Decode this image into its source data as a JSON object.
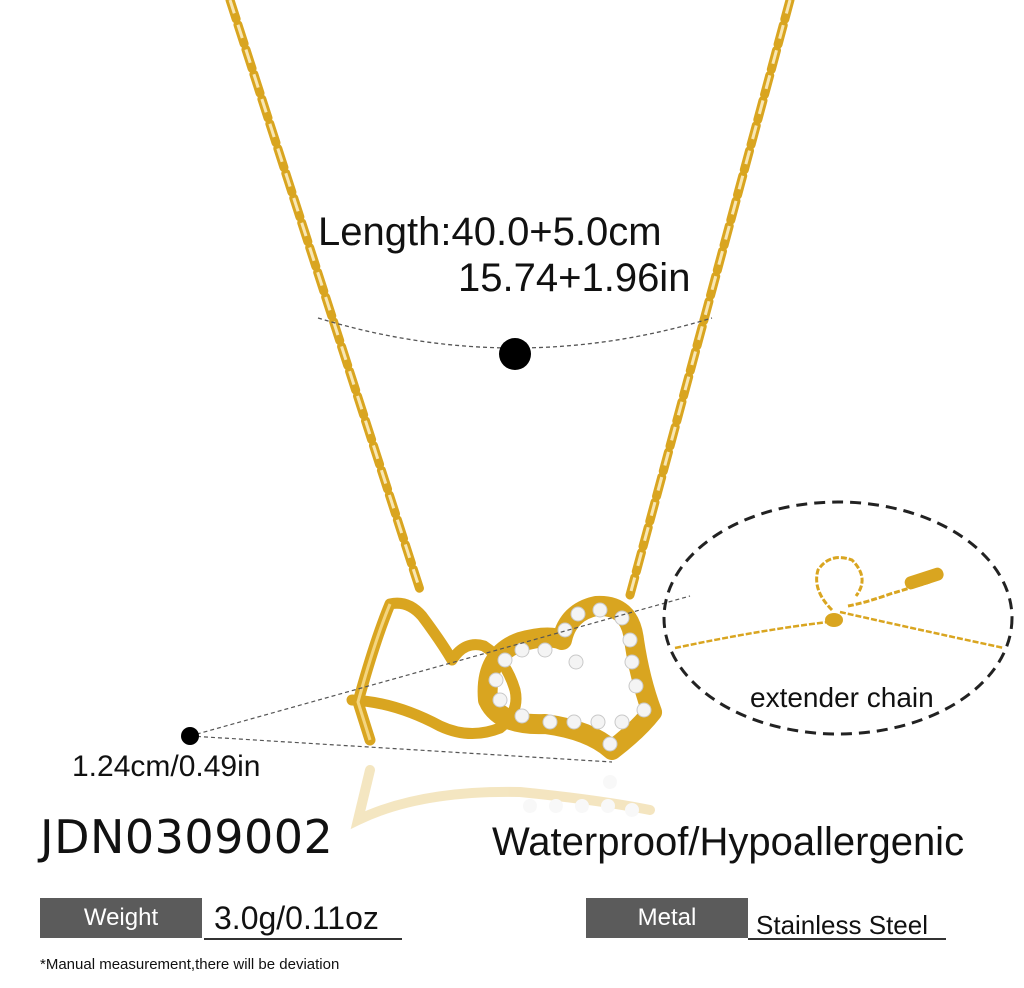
{
  "measurements": {
    "length_cm": "Length:40.0+5.0cm",
    "length_in": "15.74+1.96in",
    "pendant_width": "1.24cm/0.49in",
    "extender_label": "extender chain"
  },
  "product": {
    "sku": "JDN0309002",
    "features": "Waterproof/Hypoallergenic"
  },
  "specs": {
    "weight_label": "Weight",
    "weight_value": "3.0g/0.11oz",
    "metal_label": "Metal",
    "metal_value": "Stainless Steel"
  },
  "footnote": "*Manual measurement,there will be deviation",
  "colors": {
    "gold": "#d9a520",
    "gold_dark": "#b8860b",
    "label_bg": "#5b5b5b",
    "crystal": "#f4f4f4"
  },
  "icons": {
    "necklace": "interlocking-hearts-necklace-icon",
    "extender": "extender-chain-icon"
  }
}
